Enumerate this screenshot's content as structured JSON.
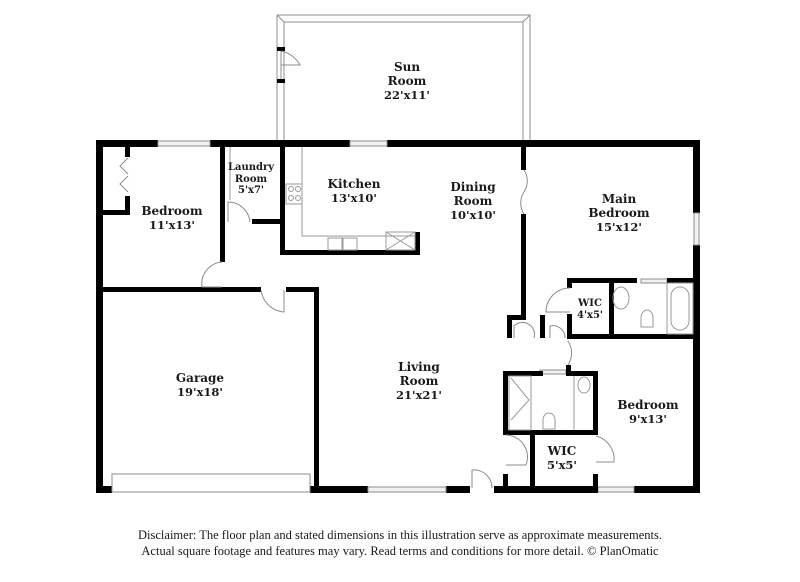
{
  "floor_plan": {
    "rooms": [
      {
        "id": "sun-room",
        "name": "Sun Room",
        "name_lines": [
          "Sun",
          "Room"
        ],
        "dimensions": "22'x11'"
      },
      {
        "id": "laundry-room",
        "name": "Laundry Room",
        "name_lines": [
          "Laundry",
          "Room"
        ],
        "dimensions": "5'x7'"
      },
      {
        "id": "bedroom-1",
        "name": "Bedroom",
        "name_lines": [
          "Bedroom"
        ],
        "dimensions": "11'x13'"
      },
      {
        "id": "kitchen",
        "name": "Kitchen",
        "name_lines": [
          "Kitchen"
        ],
        "dimensions": "13'x10'"
      },
      {
        "id": "dining-room",
        "name": "Dining Room",
        "name_lines": [
          "Dining",
          "Room"
        ],
        "dimensions": "10'x10'"
      },
      {
        "id": "main-bedroom",
        "name": "Main Bedroom",
        "name_lines": [
          "Main",
          "Bedroom"
        ],
        "dimensions": "15'x12'"
      },
      {
        "id": "wic-main",
        "name": "WIC",
        "name_lines": [
          "WIC"
        ],
        "dimensions": "4'x5'"
      },
      {
        "id": "garage",
        "name": "Garage",
        "name_lines": [
          "Garage"
        ],
        "dimensions": "19'x18'"
      },
      {
        "id": "living-room",
        "name": "Living Room",
        "name_lines": [
          "Living",
          "Room"
        ],
        "dimensions": "21'x21'"
      },
      {
        "id": "bedroom-2",
        "name": "Bedroom",
        "name_lines": [
          "Bedroom"
        ],
        "dimensions": "9'x13'"
      },
      {
        "id": "wic-2",
        "name": "WIC",
        "name_lines": [
          "WIC"
        ],
        "dimensions": "5'x5'"
      }
    ]
  },
  "disclaimer": {
    "line1": "Disclaimer: The floor plan and stated dimensions in this illustration serve as approximate measurements.",
    "line2": "Actual square footage and features may vary. Read terms and conditions for more detail. © PlanOmatic"
  },
  "colors": {
    "wall": "#000000",
    "fixture": "#9a9a9a",
    "background": "#ffffff"
  }
}
